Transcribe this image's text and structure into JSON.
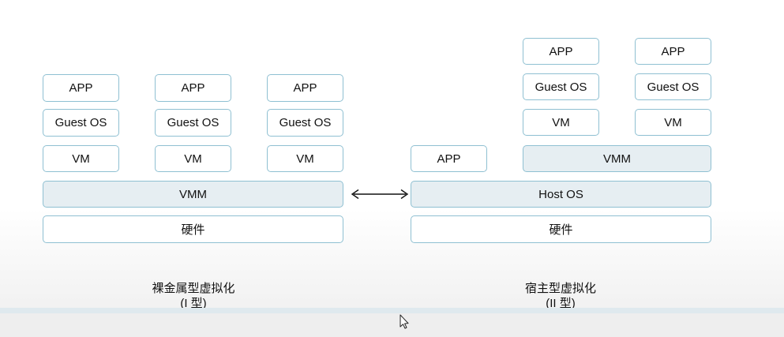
{
  "type1": {
    "app_label": "APP",
    "guest_os_label": "Guest OS",
    "vm_label": "VM",
    "vmm_label": "VMM",
    "hardware_label": "硬件",
    "caption_line1": "裸金属型虚拟化",
    "caption_line2": "(I 型)"
  },
  "type2": {
    "app_label": "APP",
    "guest_os_label": "Guest OS",
    "vm_label": "VM",
    "vmm_label": "VMM",
    "host_os_label": "Host OS",
    "hardware_label": "硬件",
    "caption_line1": "宿主型虚拟化",
    "caption_line2": "(II 型)"
  },
  "colors": {
    "border": "#8fc0d2",
    "fill": "#e6eef2",
    "bar": "#dfe9ee"
  },
  "icons": [
    "double-arrow-icon",
    "mouse-cursor-icon"
  ]
}
